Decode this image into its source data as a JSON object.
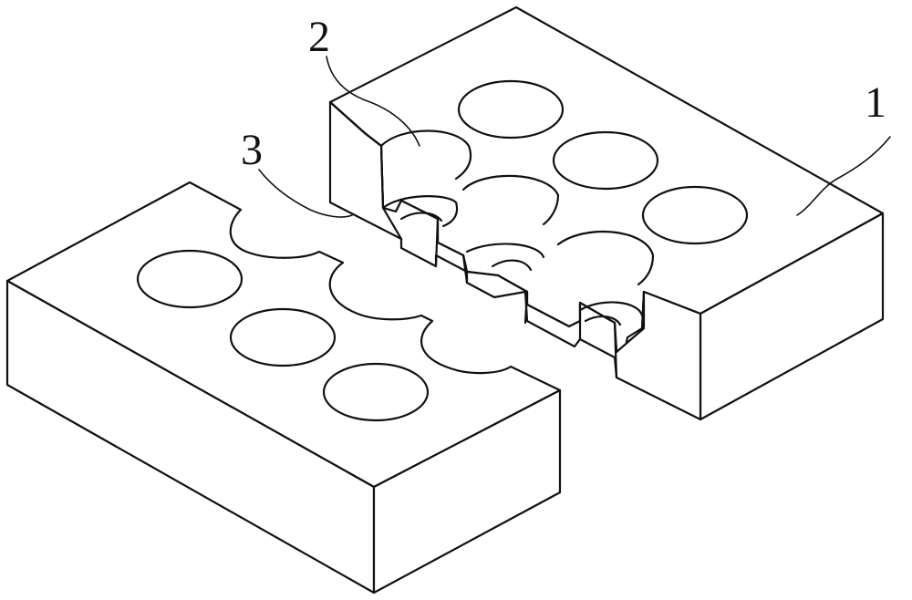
{
  "figure": {
    "labels": [
      {
        "id": "1",
        "text": "1"
      },
      {
        "id": "2",
        "text": "2"
      },
      {
        "id": "3",
        "text": "3"
      }
    ]
  }
}
